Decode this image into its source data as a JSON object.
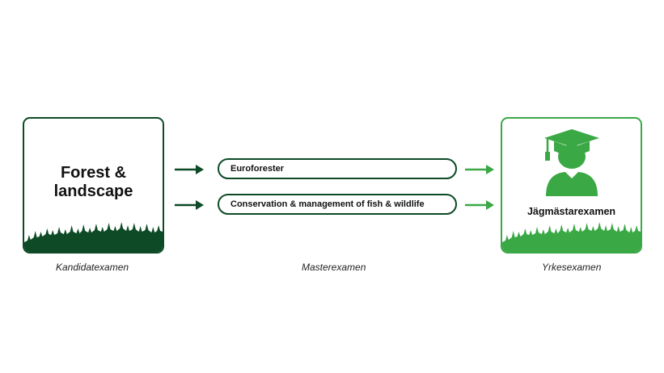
{
  "stages": {
    "bachelor": {
      "title_line1": "Forest &",
      "title_line2": "landscape",
      "caption": "Kandidatexamen"
    },
    "master": {
      "caption": "Masterexamen",
      "programs": [
        "Euroforester",
        "Conservation & management of fish & wildlife"
      ]
    },
    "professional": {
      "title": "Jägmästarexamen",
      "caption": "Yrkesexamen",
      "icon": "graduate-icon"
    }
  },
  "colors": {
    "dark_green": "#0d4a25",
    "light_green": "#3aa845"
  }
}
